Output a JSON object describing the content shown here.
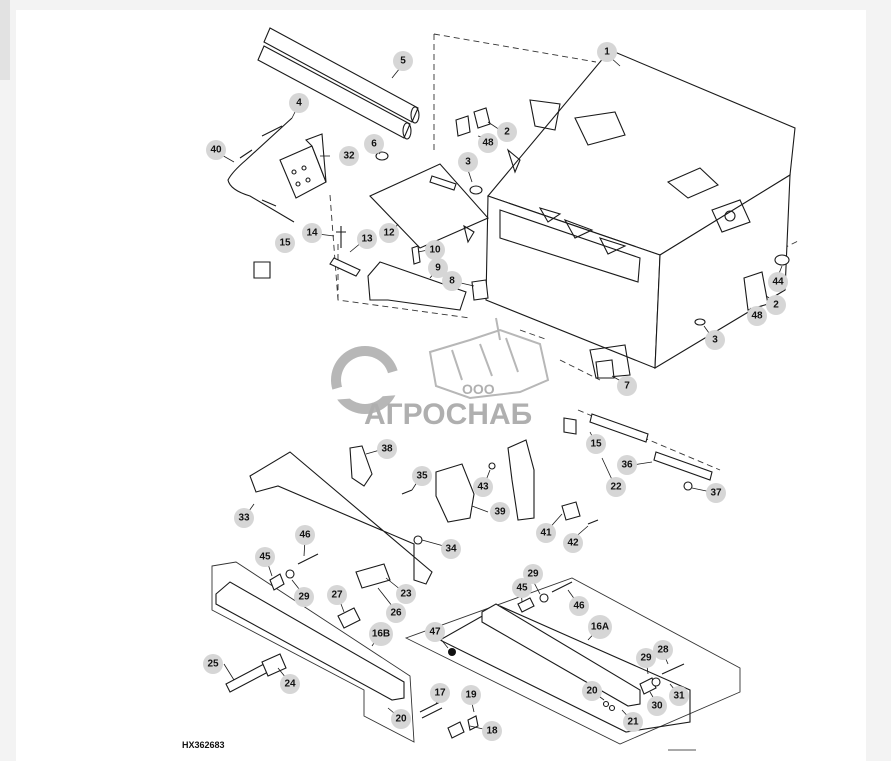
{
  "figure_id": "HX362683",
  "watermark": {
    "small": "ООО",
    "large": "АГРОСНАБ",
    "color": "#7d7d7d"
  },
  "callouts": [
    {
      "label": "1"
    },
    {
      "label": "2"
    },
    {
      "label": "48"
    },
    {
      "label": "3"
    },
    {
      "label": "5"
    },
    {
      "label": "4"
    },
    {
      "label": "6"
    },
    {
      "label": "32"
    },
    {
      "label": "40"
    },
    {
      "label": "14"
    },
    {
      "label": "13"
    },
    {
      "label": "12"
    },
    {
      "label": "15"
    },
    {
      "label": "10"
    },
    {
      "label": "9"
    },
    {
      "label": "8"
    },
    {
      "label": "44"
    },
    {
      "label": "2"
    },
    {
      "label": "48"
    },
    {
      "label": "3"
    },
    {
      "label": "7"
    },
    {
      "label": "38"
    },
    {
      "label": "15"
    },
    {
      "label": "36"
    },
    {
      "label": "22"
    },
    {
      "label": "37"
    },
    {
      "label": "35"
    },
    {
      "label": "43"
    },
    {
      "label": "33"
    },
    {
      "label": "39"
    },
    {
      "label": "41"
    },
    {
      "label": "42"
    },
    {
      "label": "46"
    },
    {
      "label": "34"
    },
    {
      "label": "45"
    },
    {
      "label": "29"
    },
    {
      "label": "23"
    },
    {
      "label": "27"
    },
    {
      "label": "26"
    },
    {
      "label": "16B"
    },
    {
      "label": "29"
    },
    {
      "label": "45"
    },
    {
      "label": "46"
    },
    {
      "label": "47"
    },
    {
      "label": "16A"
    },
    {
      "label": "25"
    },
    {
      "label": "24"
    },
    {
      "label": "28"
    },
    {
      "label": "29"
    },
    {
      "label": "31"
    },
    {
      "label": "20"
    },
    {
      "label": "30"
    },
    {
      "label": "21"
    },
    {
      "label": "17"
    },
    {
      "label": "19"
    },
    {
      "label": "20"
    },
    {
      "label": "18"
    }
  ]
}
